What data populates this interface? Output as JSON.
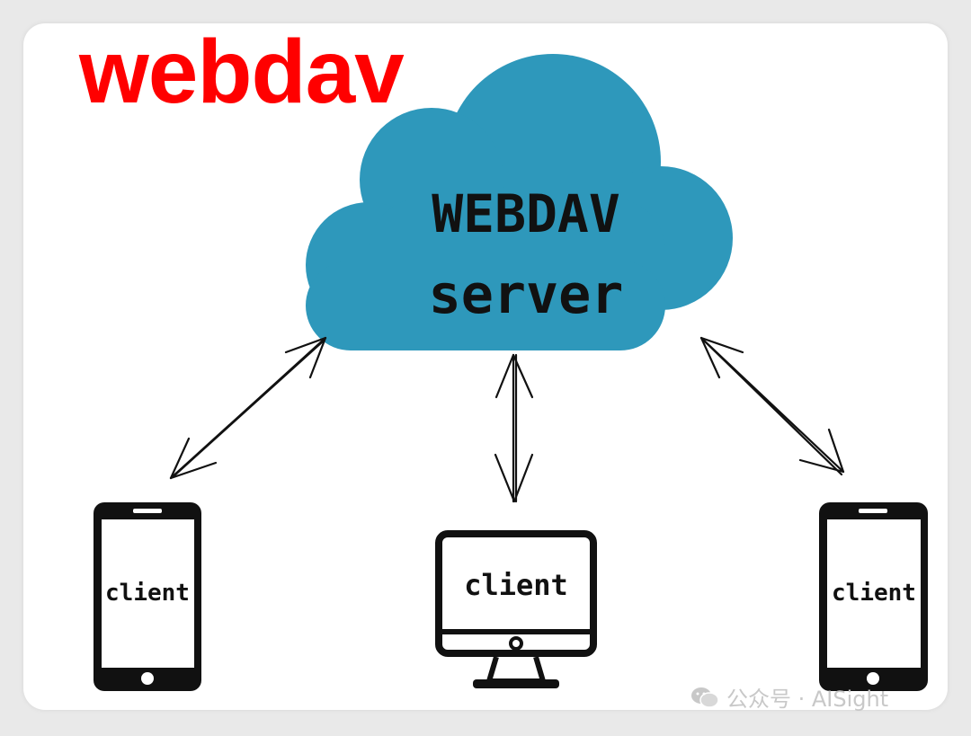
{
  "title": "webdav",
  "server": {
    "line1": "WEBDAV",
    "line2": "server",
    "color": "#2e98bb"
  },
  "clients": {
    "left_phone": "client",
    "monitor": "client",
    "right_phone": "client"
  },
  "watermark": {
    "text": "公众号 · AISight",
    "icon": "wechat-icon"
  }
}
